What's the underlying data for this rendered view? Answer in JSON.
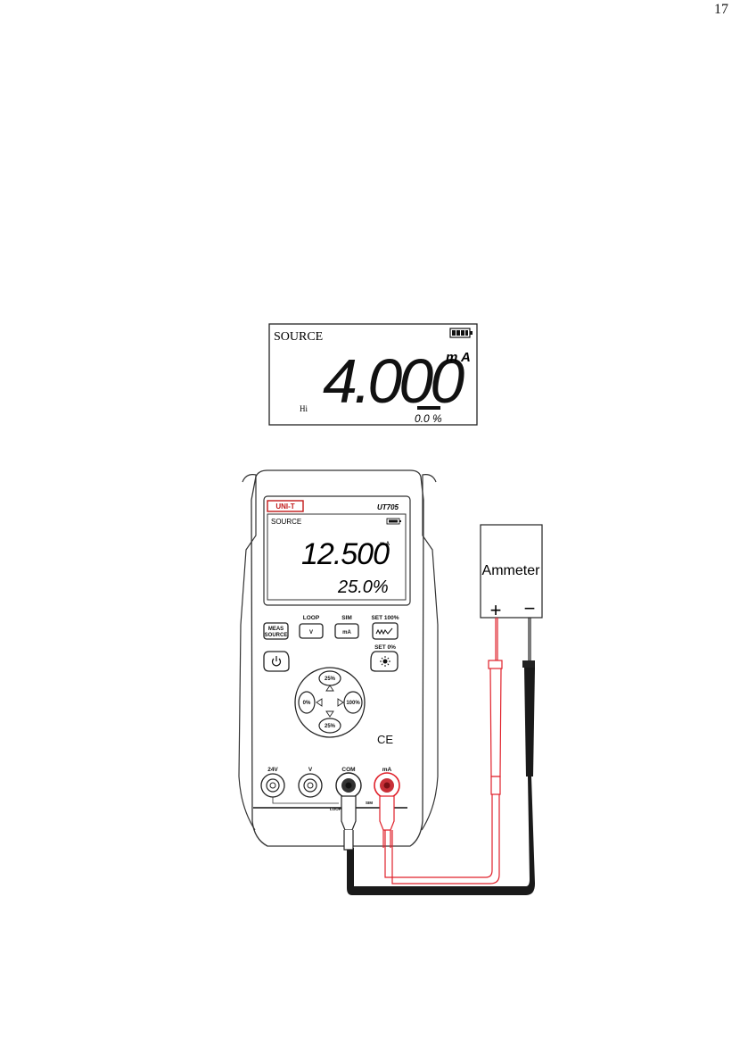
{
  "page": {
    "number": "17"
  },
  "lcd_top": {
    "mode": "SOURCE",
    "value": "4.000",
    "unit": "m A",
    "range": "Hi",
    "percent": "0.0 %"
  },
  "meter": {
    "brand": "UNI-T",
    "model": "UT705",
    "screen_mode": "SOURCE",
    "screen_value": "12.500",
    "screen_unit": "m A",
    "screen_percent": "25.0%",
    "buttons": {
      "meas_source_line1": "MEAS",
      "meas_source_line2": "SOURCE",
      "v": "V",
      "ma": "mA",
      "loop_label": "LOOP",
      "sim_label": "SIM",
      "set100_label": "SET 100%",
      "set0_label": "SET 0%",
      "up_25": "25%",
      "down_25": "25%",
      "left_0": "0%",
      "right_100": "100%"
    },
    "ce_mark": "CE",
    "terminals": [
      "24V",
      "V",
      "COM",
      "mA"
    ],
    "bottom_labels": {
      "loop": "LOOP",
      "sim": "SIM"
    }
  },
  "ammeter": {
    "label": "Ammeter",
    "plus": "+",
    "minus": "−"
  },
  "colors": {
    "red_lead": "#e0202a",
    "black_lead": "#1a1a1a",
    "outline": "#333333"
  }
}
